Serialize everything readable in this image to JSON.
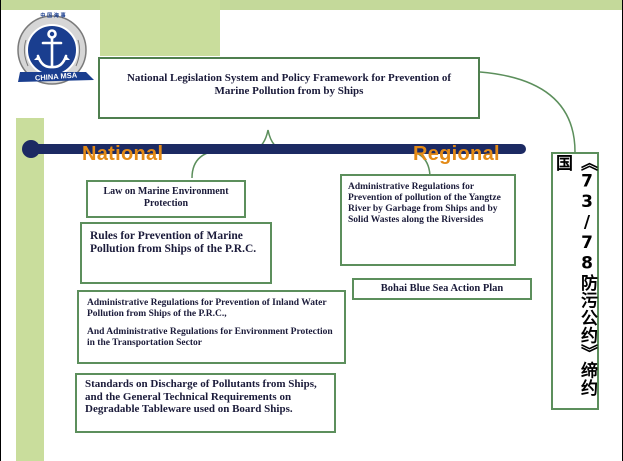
{
  "logo": {
    "top_text": "中 国 海 事",
    "bottom_text": "CHINA MSA"
  },
  "title_box": {
    "text": "National Legislation System and Policy Framework for Prevention of Marine Pollution from by Ships"
  },
  "sections": {
    "national": "National",
    "regional": "Regional"
  },
  "national_items": {
    "law": "Law on Marine Environment Protection",
    "rules": "Rules for Prevention of Marine Pollution from Ships of the P.R.C.",
    "inland_1": "Administrative Regulations for Prevention of Inland Water Pollution from Ships of the P.R.C.,",
    "inland_2": "And Administrative Regulations for Environment Protection in the Transportation Sector",
    "standards": "Standards on Discharge of Pollutants from Ships, and the General Technical Requirements on Degradable Tableware used on Board Ships."
  },
  "regional_items": {
    "yangtze": "Administrative Regulations for Prevention of pollution of the Yangtze River by Garbage from Ships and by Solid Wastes along the Riversides",
    "bohai": "Bohai Blue Sea Action Plan"
  },
  "convention": {
    "text": "《73/78防污公约》缔约国"
  },
  "colors": {
    "accent_green": "#c9dd9c",
    "box_border": "#5c8f5c",
    "navy": "#1c2a63",
    "orange": "#e38a16",
    "box_text": "#1b1b3a"
  }
}
